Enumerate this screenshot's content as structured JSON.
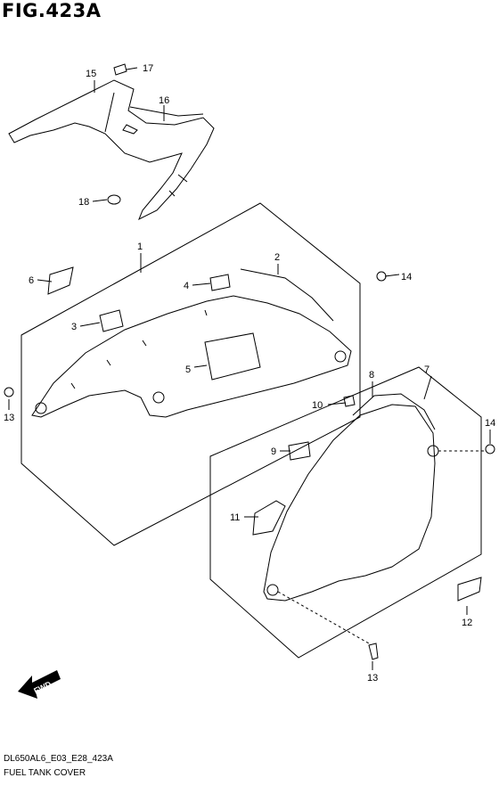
{
  "figure": {
    "title": "FIG.423A",
    "code": "DL650AL6_E03_E28_423A",
    "caption": "FUEL TANK COVER",
    "fwd_label": "FWD"
  },
  "callouts": [
    "1",
    "2",
    "3",
    "4",
    "5",
    "6",
    "7",
    "8",
    "9",
    "10",
    "11",
    "12",
    "13",
    "13",
    "14",
    "14",
    "15",
    "16",
    "17",
    "18"
  ]
}
